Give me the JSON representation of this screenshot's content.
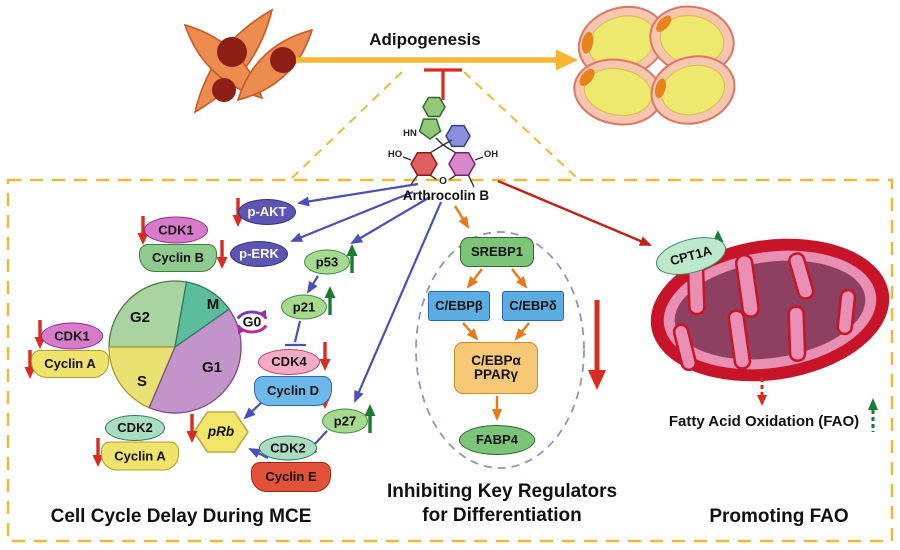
{
  "figure": {
    "top": {
      "adipogenesis": "Adipogenesis"
    },
    "compound": {
      "name": "Arthrocolin B",
      "atoms": {
        "hn": "HN",
        "ho": "HO",
        "oh": "OH",
        "o": "O"
      }
    },
    "cell_cycle": {
      "caption": "Cell Cycle Delay During MCE",
      "cdk1_top": "CDK1",
      "cyclin_b": "Cyclin B",
      "cdk1_left": "CDK1",
      "cyclin_a_left": "Cyclin A",
      "cdk2_bottom": "CDK2",
      "cyclin_a_bottom": "Cyclin A",
      "cdk4": "CDK4",
      "cyclin_d": "Cyclin D",
      "cdk2_e": "CDK2",
      "cyclin_e": "Cyclin E",
      "p_akt": "p-AKT",
      "p_erk": "p-ERK",
      "p53": "p53",
      "p21": "p21",
      "p27": "p27",
      "prb": "pRb",
      "phases": {
        "g2": "G2",
        "m": "M",
        "g1": "G1",
        "s": "S",
        "g0": "G0"
      }
    },
    "differentiation": {
      "caption_line1": "Inhibiting Key Regulators",
      "caption_line2": "for Differentiation",
      "srebp1": "SREBP1",
      "cebp_beta": "C/EBPβ",
      "cebp_delta": "C/EBPδ",
      "cebp_alpha": "C/EBPα",
      "ppar_gamma": "PPARγ",
      "fabp4": "FABP4"
    },
    "fao": {
      "caption": "Promoting FAO",
      "cpt1a": "CPT1A",
      "label": "Fatty Acid Oxidation (FAO)"
    },
    "colors": {
      "accent_yellow": "#F5B731",
      "inhibit_red": "#D92B20",
      "activate_green": "#1B7A33",
      "pathway_blue": "#4A50B8",
      "pathway_orange": "#E87818",
      "box_dash": "#EBBA3C"
    }
  }
}
